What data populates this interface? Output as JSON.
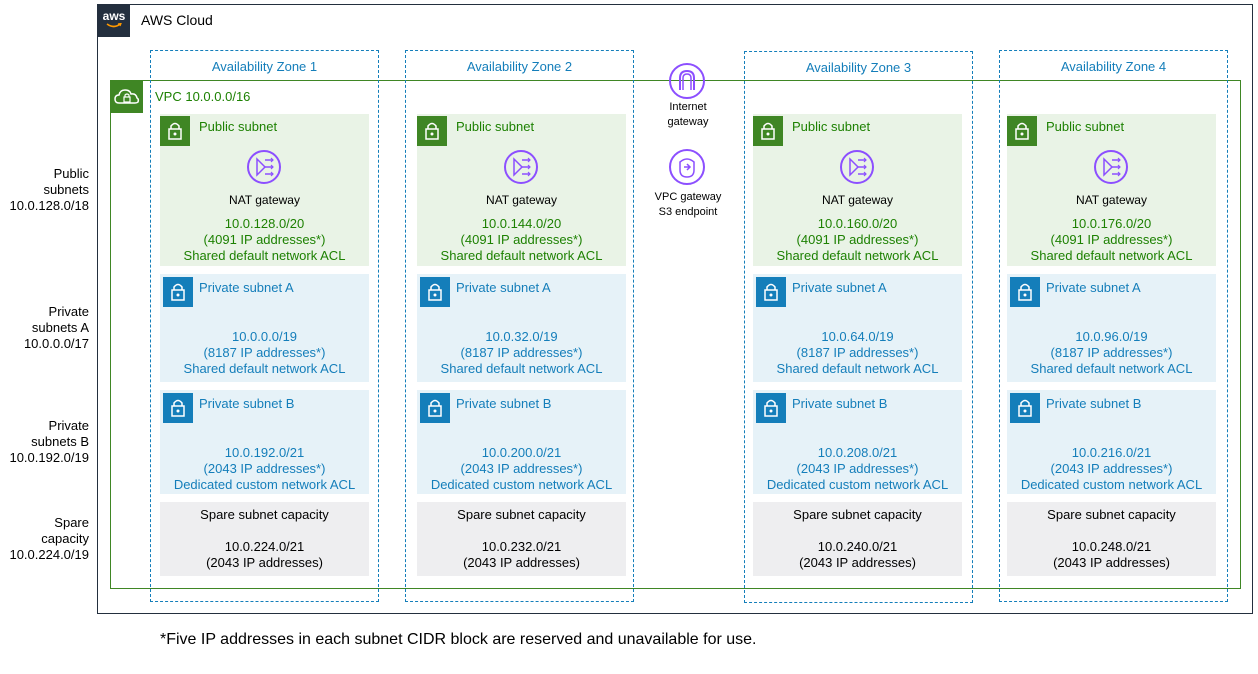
{
  "cloud": {
    "title": "AWS Cloud",
    "logo_text": "aws"
  },
  "vpc": {
    "label": "VPC  10.0.0.0/16"
  },
  "row_labels": {
    "public": [
      "Public",
      "subnets",
      "10.0.128.0/18"
    ],
    "private_a": [
      "Private",
      "subnets A",
      "10.0.0.0/17"
    ],
    "private_b": [
      "Private",
      "subnets B",
      "10.0.192.0/19"
    ],
    "spare": [
      "Spare",
      "capacity",
      "10.0.224.0/19"
    ]
  },
  "gateways": {
    "internet": [
      "Internet",
      "gateway"
    ],
    "s3": [
      "VPC gateway",
      "S3 endpoint"
    ]
  },
  "labels": {
    "public_subnet": "Public subnet",
    "private_a": "Private subnet A",
    "private_b": "Private subnet B",
    "nat": "NAT gateway",
    "spare": "Spare subnet capacity",
    "shared_acl": "Shared default network ACL",
    "custom_acl": "Dedicated custom network ACL"
  },
  "zones": [
    {
      "name": "Availability Zone 1",
      "public": {
        "cidr": "10.0.128.0/20",
        "ips": "(4091 IP addresses*)"
      },
      "private_a": {
        "cidr": "10.0.0.0/19",
        "ips": "(8187 IP addresses*)"
      },
      "private_b": {
        "cidr": "10.0.192.0/21",
        "ips": "(2043 IP addresses*)"
      },
      "spare": {
        "cidr": "10.0.224.0/21",
        "ips": "(2043 IP addresses)"
      }
    },
    {
      "name": "Availability Zone 2",
      "public": {
        "cidr": "10.0.144.0/20",
        "ips": "(4091 IP addresses*)"
      },
      "private_a": {
        "cidr": "10.0.32.0/19",
        "ips": "(8187 IP addresses*)"
      },
      "private_b": {
        "cidr": "10.0.200.0/21",
        "ips": "(2043 IP addresses*)"
      },
      "spare": {
        "cidr": "10.0.232.0/21",
        "ips": "(2043 IP addresses)"
      }
    },
    {
      "name": "Availability Zone 3",
      "public": {
        "cidr": "10.0.160.0/20",
        "ips": "(4091 IP addresses*)"
      },
      "private_a": {
        "cidr": "10.0.64.0/19",
        "ips": "(8187 IP addresses*)"
      },
      "private_b": {
        "cidr": "10.0.208.0/21",
        "ips": "(2043 IP addresses*)"
      },
      "spare": {
        "cidr": "10.0.240.0/21",
        "ips": "(2043 IP addresses)"
      }
    },
    {
      "name": "Availability Zone 4",
      "public": {
        "cidr": "10.0.176.0/20",
        "ips": "(4091 IP addresses*)"
      },
      "private_a": {
        "cidr": "10.0.96.0/19",
        "ips": "(8187 IP addresses*)"
      },
      "private_b": {
        "cidr": "10.0.216.0/21",
        "ips": "(2043 IP addresses*)"
      },
      "spare": {
        "cidr": "10.0.248.0/21",
        "ips": "(2043 IP addresses)"
      }
    }
  ],
  "footnote": "*Five IP addresses in each subnet CIDR block are reserved and unavailable for use.",
  "colors": {
    "aws_dark": "#232f3e",
    "vpc_green": "#3f8624",
    "az_blue": "#147eba",
    "public_bg": "#e9f3e6",
    "private_bg": "#e6f2f8",
    "spare_bg": "#eeeef0"
  }
}
